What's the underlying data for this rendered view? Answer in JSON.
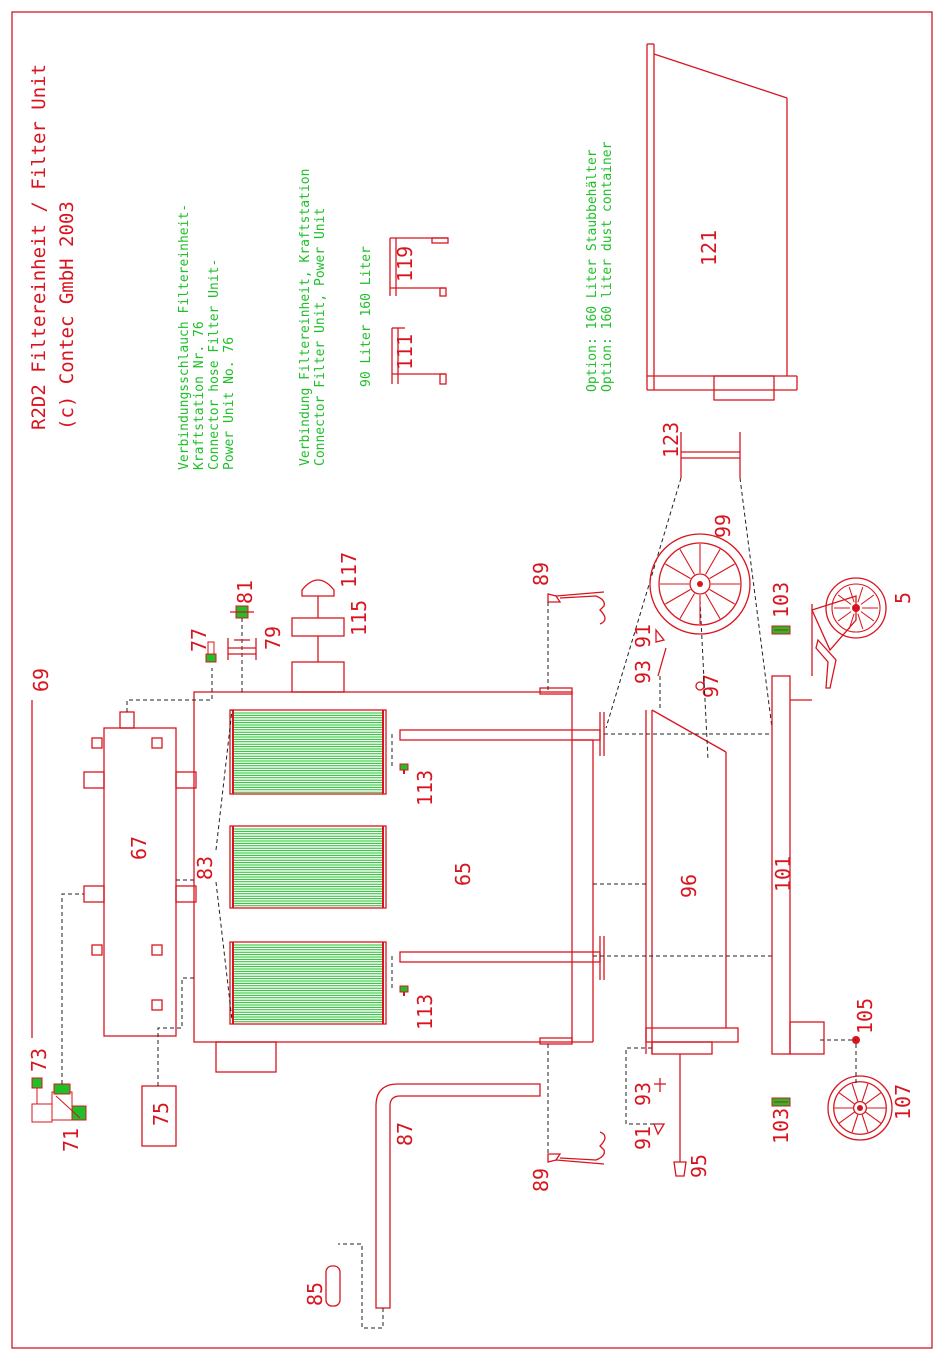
{
  "colors": {
    "part": "#d8151e",
    "note": "#1fbf2a",
    "filter": "#1fbf2a",
    "leader": "#222222"
  },
  "title": {
    "line1": "R2D2 Filtereinheit / Filter Unit",
    "line2": "(c) Contec GmbH 2003"
  },
  "notes": {
    "hose": [
      "Verbindungsschlauch Filtereinheit-",
      "Kraftstation Nr. 76",
      "Connector hose Filter Unit-",
      "Power Unit No. 76"
    ],
    "connector": [
      "Verbindung Filtereinheit, Kraftstation",
      "Connector Filter Unit, Power Unit"
    ],
    "liters": "90 Liter  160 Liter",
    "option": [
      "Option: 160 Liter Staubbehälter",
      "Option: 160 liter dust container"
    ]
  },
  "parts": {
    "p5": "5",
    "p65": "65",
    "p67": "67",
    "p69": "69",
    "p71": "71",
    "p73": "73",
    "p75": "75",
    "p77": "77",
    "p79": "79",
    "p81": "81",
    "p83": "83",
    "p85": "85",
    "p87": "87",
    "p89a": "89",
    "p89b": "89",
    "p91a": "91",
    "p91b": "91",
    "p93a": "93",
    "p93b": "93",
    "p95": "95",
    "p96": "96",
    "p97": "97",
    "p99": "99",
    "p101": "101",
    "p103a": "103",
    "p103b": "103",
    "p105": "105",
    "p107": "107",
    "p111": "111",
    "p113a": "113",
    "p113b": "113",
    "p115": "115",
    "p117": "117",
    "p119": "119",
    "p121": "121",
    "p123": "123"
  }
}
